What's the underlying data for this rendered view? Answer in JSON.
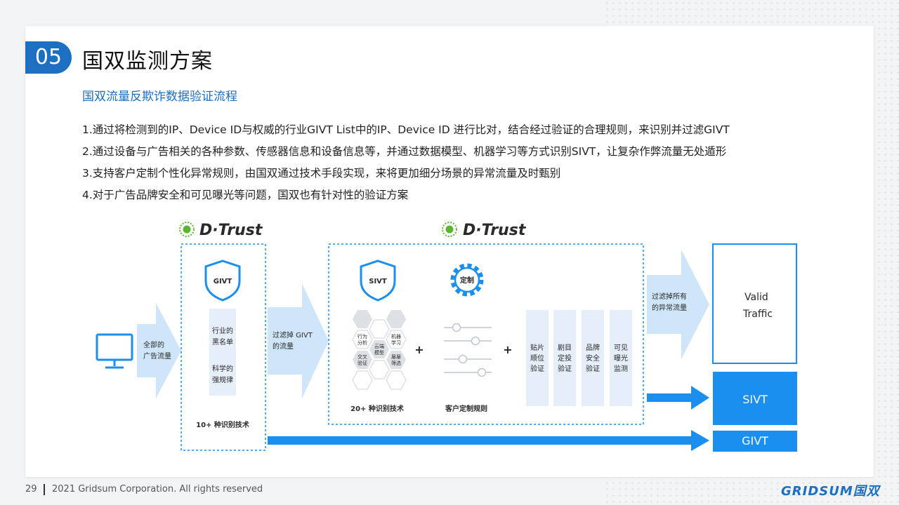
{
  "section_number": "05",
  "title": "国双监测方案",
  "subtitle": "国双流量反欺诈数据验证流程",
  "points": [
    "1.通过将检测到的IP、Device ID与权威的行业GIVT List中的IP、Device ID 进行比对，结合经过验证的合理规则，来识别并过滤GIVT",
    "2.通过设备与广告相关的各种参数、传感器信息和设备信息等，并通过数据模型、机器学习等方式识别SIVT，让复杂作弊流量无处遁形",
    "3.支持客户定制个性化异常规则，由国双通过技术手段实现，来将更加细分场景的异常流量及时甄别",
    "4.对于广告品牌安全和可见曝光等问题，国双也有针对性的验证方案"
  ],
  "diagram": {
    "brand_label": "D·Trust",
    "input_arrow": [
      "全部的",
      "广告流量"
    ],
    "givt_box": {
      "shield": "GIVT",
      "list": [
        "行业的",
        "黑名单",
        "",
        "科学的",
        "强规律"
      ],
      "caption": "10+ 种识别技术"
    },
    "filter_givt_arrow": [
      "过滤掉 GIVT",
      "的流量"
    ],
    "sivt_box": {
      "shield": "SIVT",
      "custom_badge": "定制",
      "hex_labels": [
        [
          "行为",
          "分析"
        ],
        [
          "机器",
          "学习"
        ],
        [
          "云端",
          "模型"
        ],
        [
          "交叉",
          "验证"
        ],
        [
          "屡屡",
          "筛选"
        ]
      ],
      "hex_caption": "20+ 种识别技术",
      "slider_caption": "客户定制规则",
      "plus": "+",
      "columns": [
        [
          "贴片",
          "顺位",
          "验证"
        ],
        [
          "剧目",
          "定投",
          "验证"
        ],
        [
          "品牌",
          "安全",
          "验证"
        ],
        [
          "可见",
          "曝光",
          "监测"
        ]
      ]
    },
    "filter_all_arrow": [
      "过滤掉所有",
      "的异常流量"
    ],
    "output_valid": [
      "Valid",
      "Traffic"
    ],
    "output_sivt": "SIVT",
    "output_givt": "GIVT",
    "colors": {
      "primary": "#1d6fc1",
      "bright": "#1a8ff0",
      "arrow_light": "#cfe5f9",
      "panel": "#e6eefa"
    }
  },
  "footer": {
    "page_number": "29",
    "copyright": "2021 Gridsum Corporation. All rights reserved",
    "logo": "GRIDSUM国双"
  }
}
